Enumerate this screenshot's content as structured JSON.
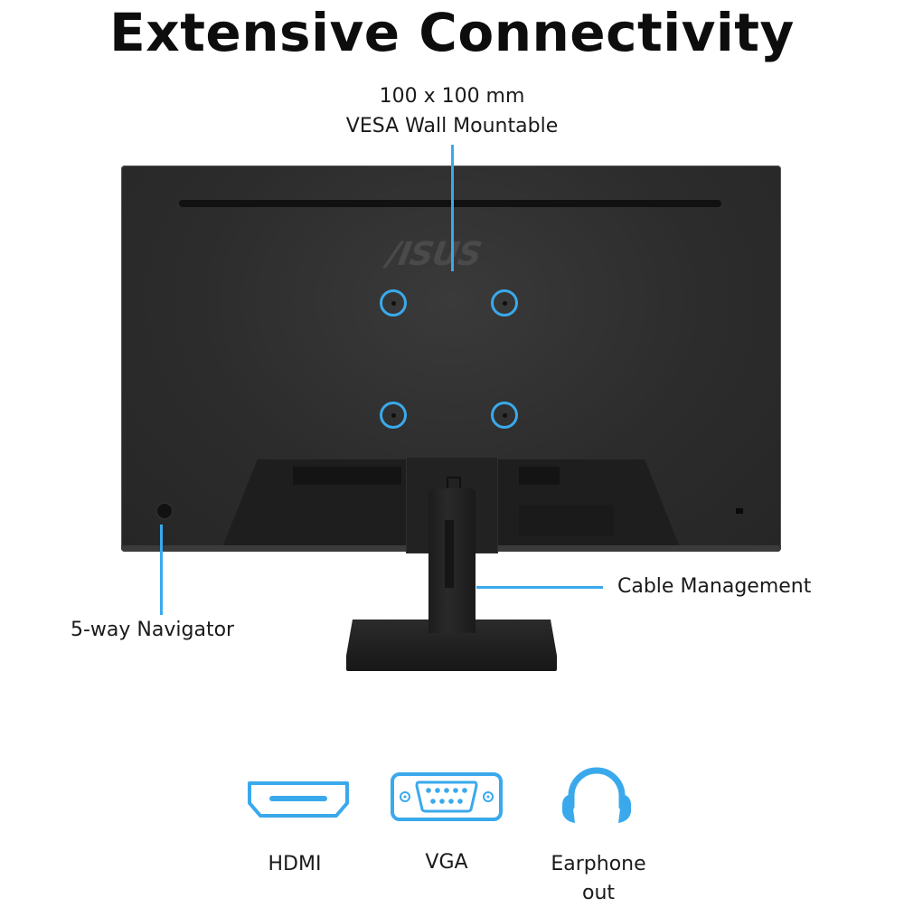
{
  "title": "Extensive Connectivity",
  "callouts": {
    "vesa": {
      "line1": "100 x 100 mm",
      "line2": "VESA Wall Mountable"
    },
    "cable_management": "Cable Management",
    "navigator": "5-way Navigator"
  },
  "monitor": {
    "brand_logo": "/ISUS"
  },
  "ports": [
    {
      "label": "HDMI",
      "icon": "hdmi-port-icon"
    },
    {
      "label": "VGA",
      "icon": "vga-port-icon"
    },
    {
      "label": "Earphone out",
      "icon": "headphones-icon"
    }
  ],
  "colors": {
    "accent": "#3aa9ec",
    "monitor_body": "#2c2c2c",
    "text": "#1a1a1a"
  }
}
